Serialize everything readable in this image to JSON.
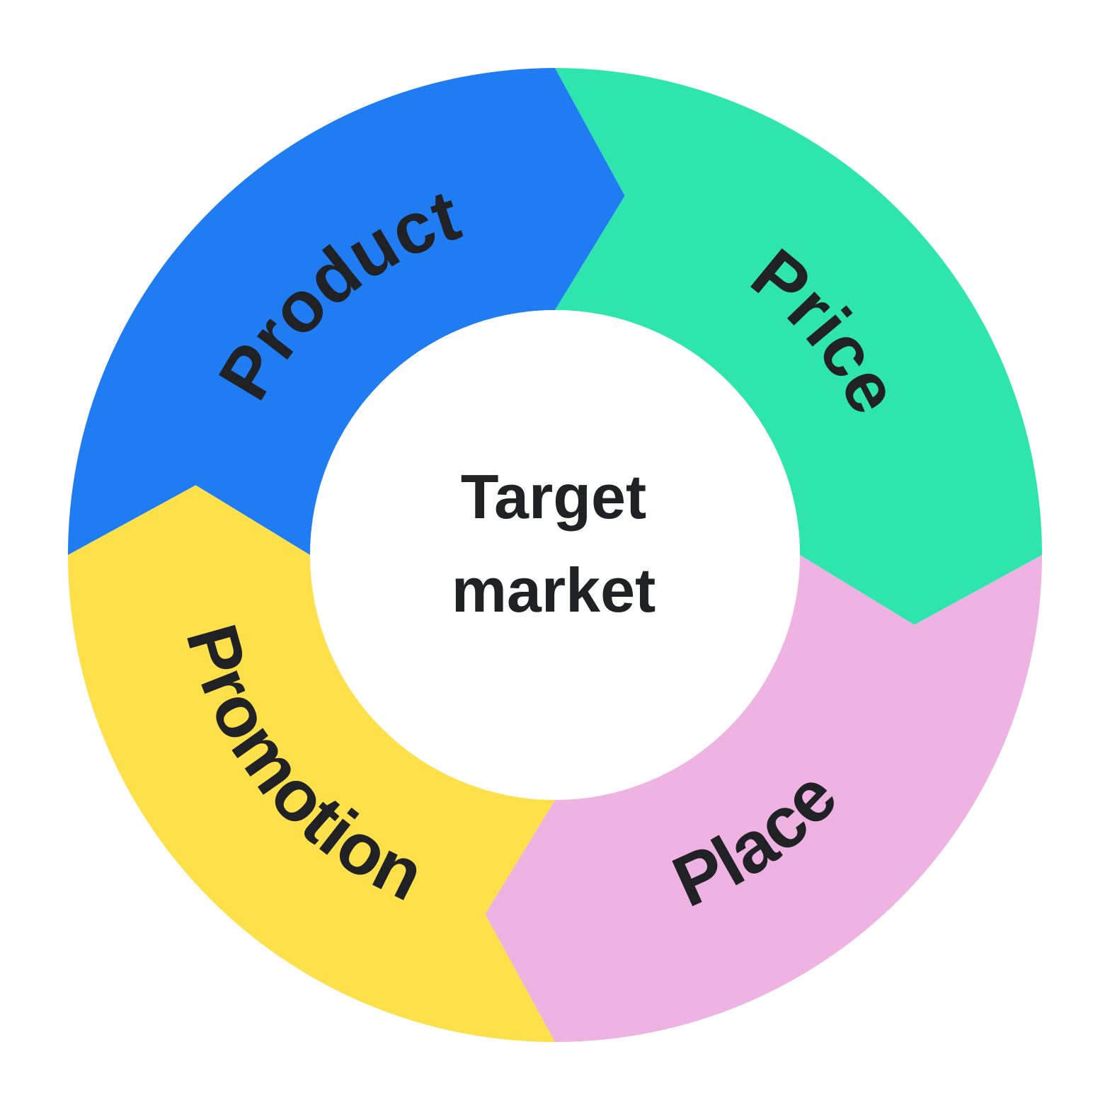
{
  "background_color": "#FFFFFF",
  "text_color": "#1F2125",
  "center": {
    "line1": "Target",
    "line2": "market"
  },
  "segments": [
    {
      "label": "Product",
      "color": "#1F7CF2"
    },
    {
      "label": "Price",
      "color": "#2EE6AD"
    },
    {
      "label": "Place",
      "color": "#EFB3E3"
    },
    {
      "label": "Promotion",
      "color": "#FEE04A"
    }
  ]
}
